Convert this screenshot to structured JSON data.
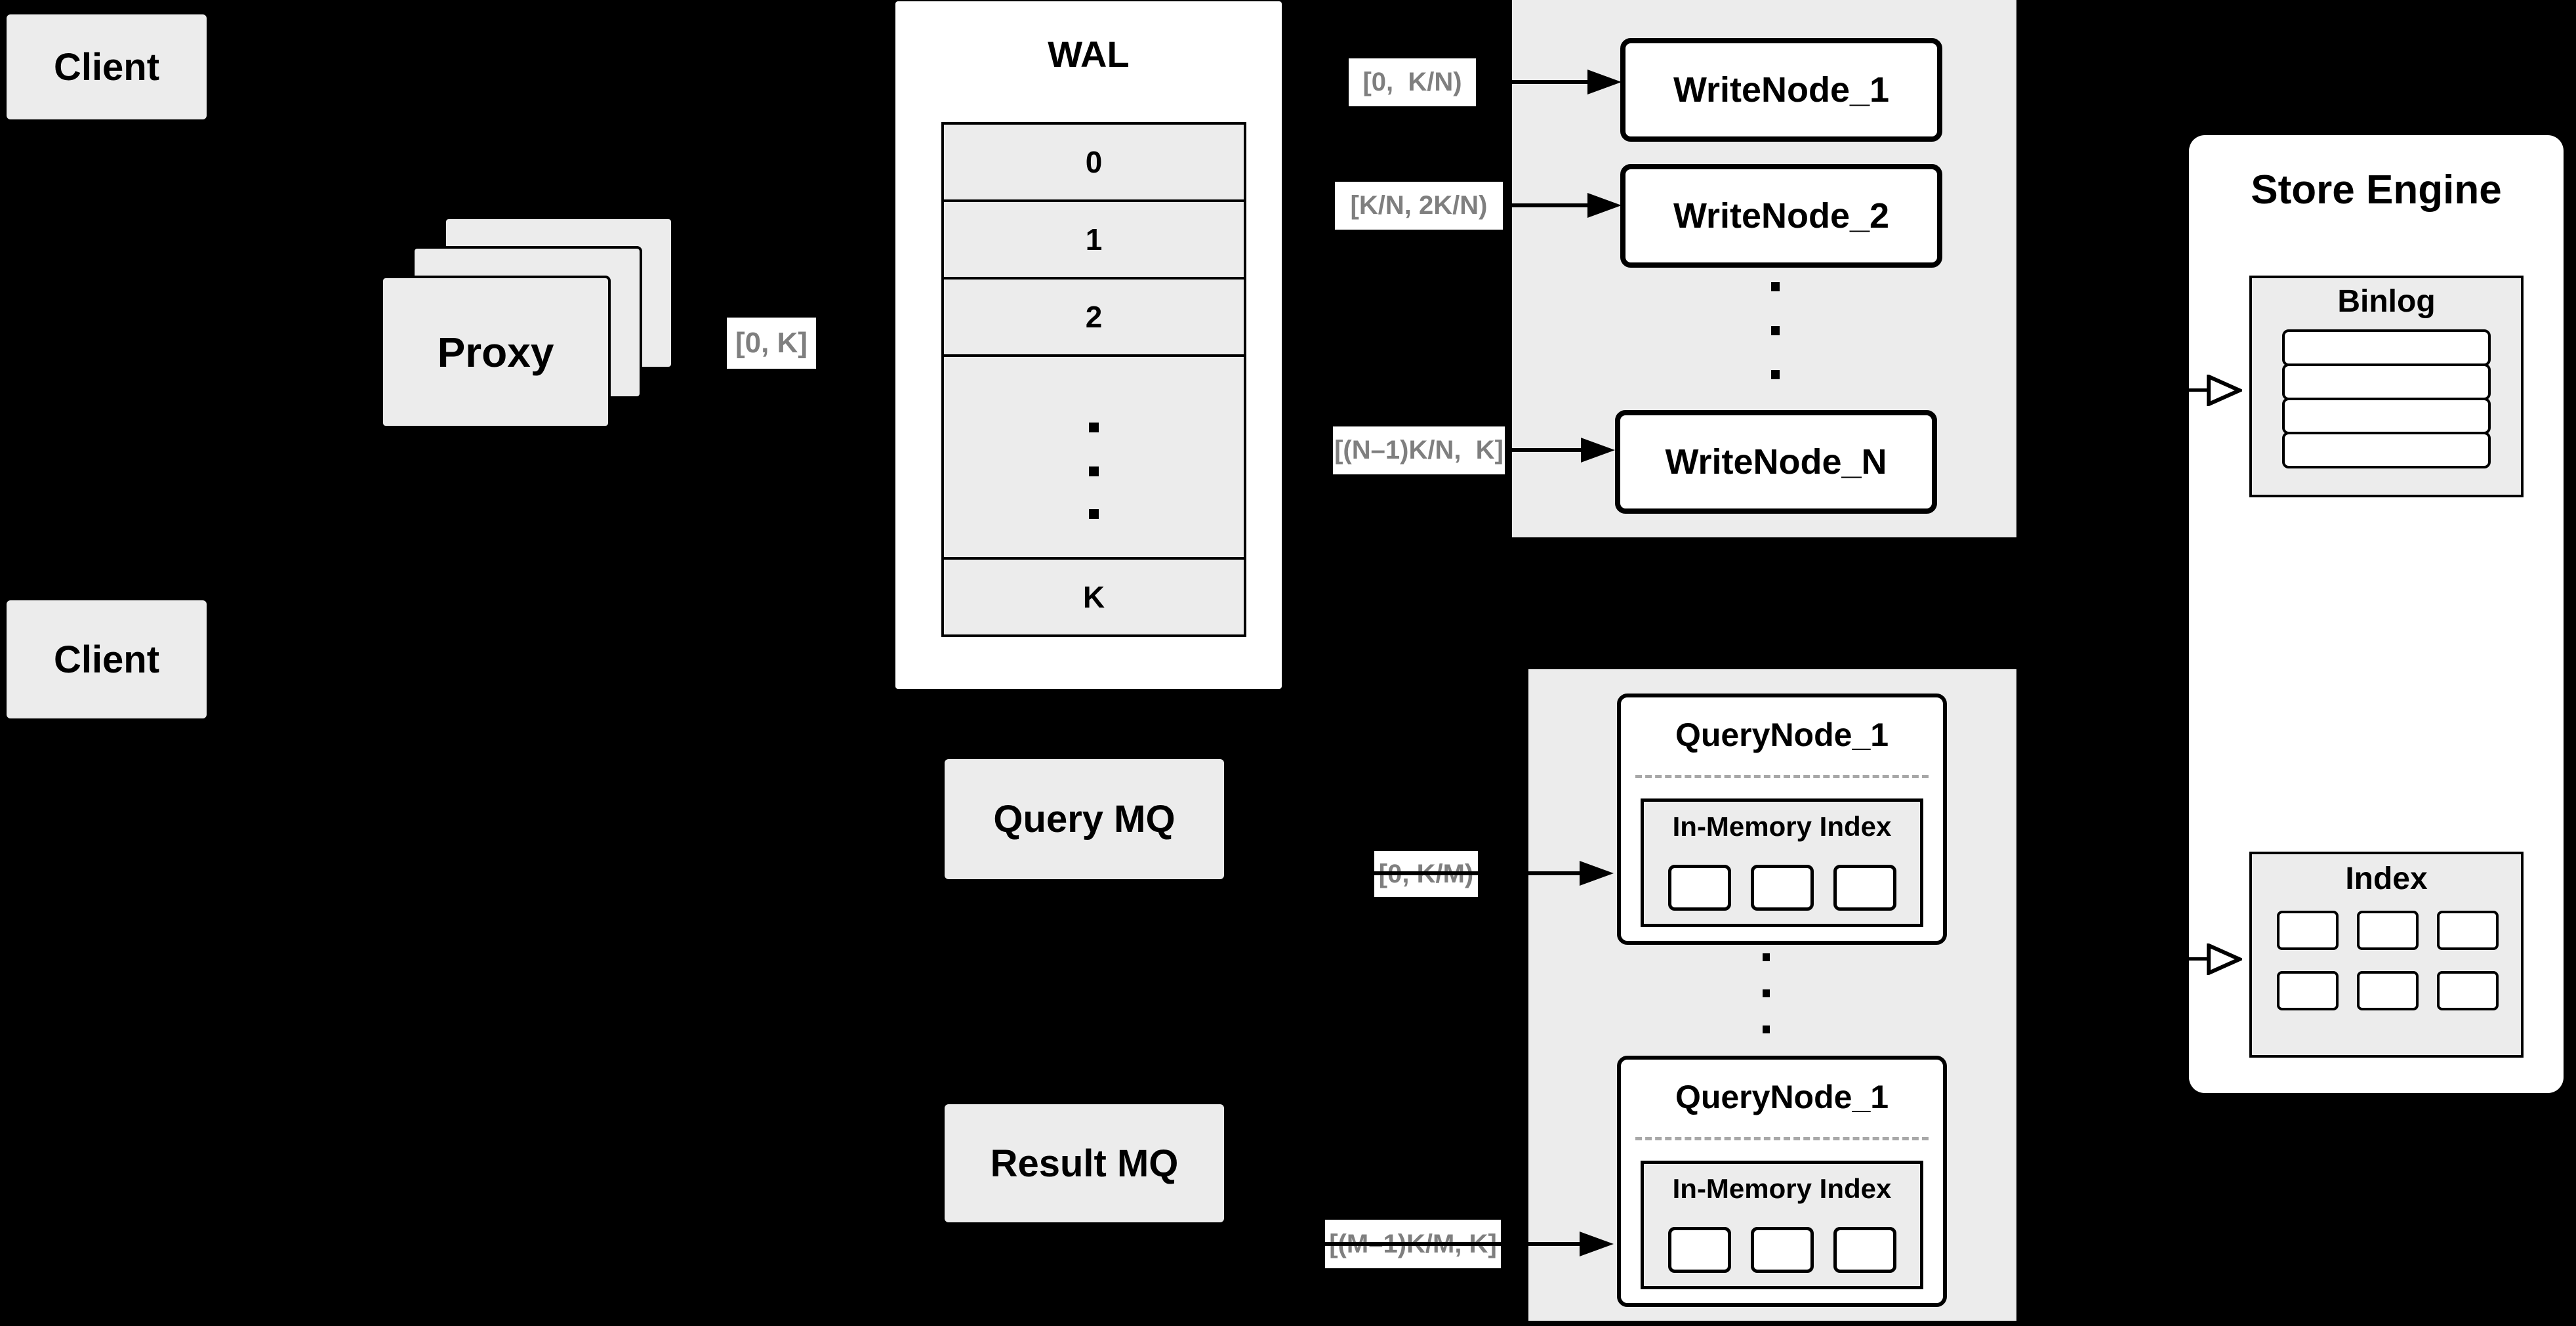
{
  "diagram": {
    "background": "#000000",
    "panel_color": "#ececec",
    "node_fill": "#ffffff",
    "line_color": "#000000",
    "edge_label_text_color": "#7f7f7f"
  },
  "clients": {
    "top": "Client",
    "bottom": "Client"
  },
  "proxy": {
    "label": "Proxy"
  },
  "wal": {
    "title": "WAL",
    "rows": [
      "0",
      "1",
      "2",
      "K"
    ]
  },
  "edge_labels": {
    "proxy_to_wal": "[0, K]",
    "to_write_node_1": "[0,  K/N)",
    "to_write_node_2": "[K/N, 2K/N)",
    "to_write_node_n": "[(N–1)K/N,  K]",
    "to_query_node_1": "[0, K/M)",
    "to_query_node_m": "[(M–1)K/M, K]"
  },
  "write_nodes": {
    "node1": "WriteNode_1",
    "node2": "WriteNode_2",
    "nodeN": "WriteNode_N"
  },
  "store_engine": {
    "title": "Store Engine",
    "binlog_title": "Binlog",
    "index_title": "Index"
  },
  "mq": {
    "query": "Query MQ",
    "result": "Result MQ"
  },
  "query_nodes": {
    "top_title": "QueryNode_1",
    "bottom_title": "QueryNode_1",
    "in_memory_title": "In-Memory Index"
  }
}
